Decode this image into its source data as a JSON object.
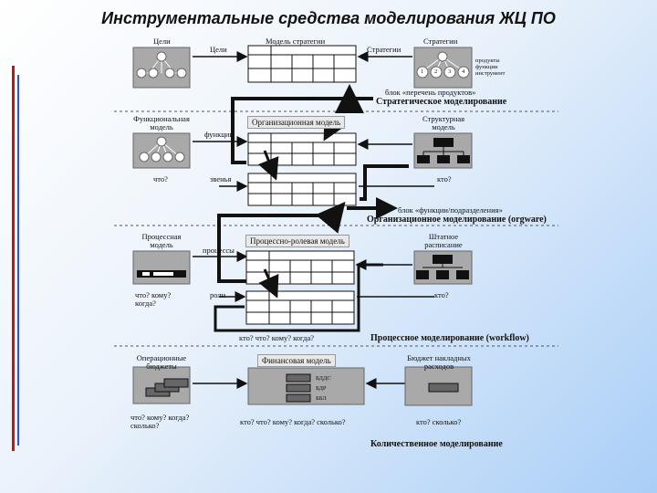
{
  "title": "Инструментальные средства моделирования ЖЦ ПО",
  "strategic": {
    "goals_box_label": "Цели",
    "goals_arrow": "Цели",
    "model_title": "Модель стратегии",
    "strategy_arrow": "Стратегии",
    "strategy_box_label": "Стратегии",
    "strategy_tags": [
      "1",
      "2",
      "3",
      "4"
    ],
    "strategy_side": "продукты\nфункции\nинструмент",
    "block": "блок «перечень продуктов»",
    "section": "Стратегическое моделирование"
  },
  "organizational": {
    "func_box_label": "Функциональная\nмодель",
    "func_arrow": "функции",
    "model_title": "Организационная модель",
    "struct_box_label": "Структурная\nмодель",
    "what_label": "что?",
    "links_label": "звенья",
    "who_label": "кто?",
    "block": "блок «функции/подразделения»",
    "section": "Организационное моделирование (orgware)"
  },
  "process": {
    "proc_box_label": "Процессная\nмодель",
    "proc_arrow": "процессы",
    "model_title": "Процессно-ролевая модель",
    "staff_box_label": "Штатное\nрасписание",
    "q1": "что? кому?\nкогда?",
    "roles_label": "роли",
    "who_label": "кто?",
    "bottom_q": "кто? что? кому? когда?",
    "section": "Процессное моделирование (workflow)"
  },
  "financial": {
    "budget_box_label": "Операционные\nбюджеты",
    "model_title": "Финансовая модель",
    "budgets": [
      "БДДС",
      "БДР",
      "ББЛ"
    ],
    "cost_box_label": "Бюджет накладных\nрасходов",
    "q1": "что? кому? когда?\nсколько?",
    "q_mid": "кто? что? кому? когда? сколько?",
    "q_right": "кто? сколько?",
    "section": "Количественное моделирование"
  },
  "colors": {
    "accent_red": "#cc1111",
    "accent_blue": "#3355cc",
    "box_gray": "#a9a9a9",
    "node_black": "#111111"
  }
}
